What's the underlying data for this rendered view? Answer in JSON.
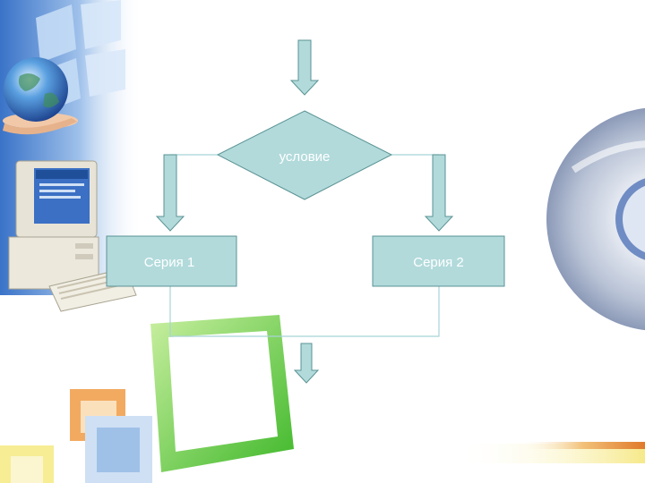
{
  "flowchart": {
    "condition_label": "условие",
    "branch_left_label": "Серия 1",
    "branch_right_label": "Серия 2"
  },
  "colors": {
    "shape_fill": "#b2dadb",
    "shape_stroke": "#5a9394",
    "connector": "#a8d4d6",
    "label_text": "#ffffff"
  },
  "decor": {
    "left_illustration": "globe-computer-illustration",
    "right_illustration": "cd-disc-illustration",
    "frames": "decorative-frames"
  }
}
